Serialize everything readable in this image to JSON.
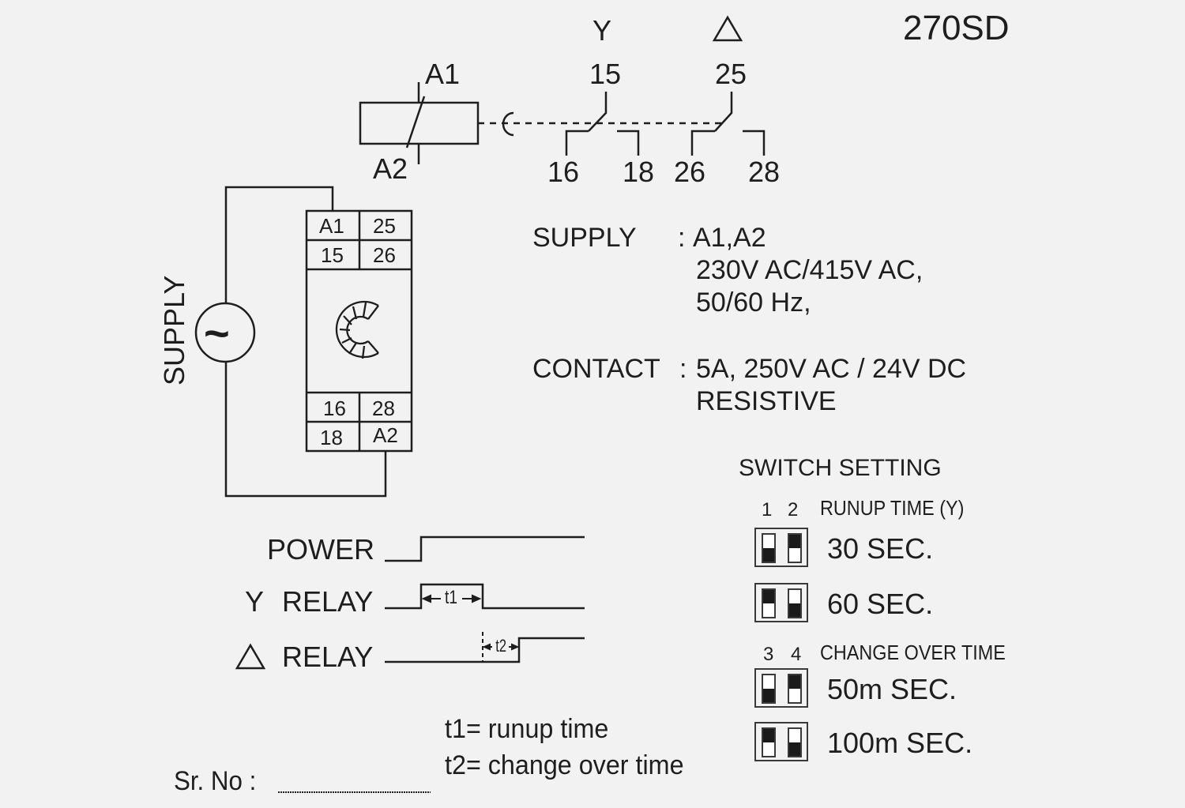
{
  "model": "270SD",
  "schematic": {
    "coil_terminals": {
      "top": "A1",
      "bottom": "A2"
    },
    "contact_groups": [
      {
        "symbol": "Y",
        "common": "15",
        "nc": "16",
        "no": "18"
      },
      {
        "symbol": "△",
        "common": "25",
        "nc": "26",
        "no": "28"
      }
    ]
  },
  "wiring": {
    "supply_label": "SUPPLY",
    "source_symbol": "~",
    "terminal_block_top": [
      [
        "A1",
        "25"
      ],
      [
        "15",
        "26"
      ]
    ],
    "terminal_block_bottom": [
      [
        "16",
        "28"
      ],
      [
        "18",
        "A2"
      ]
    ]
  },
  "specs": {
    "supply_label": "SUPPLY",
    "supply_sep": ":",
    "supply_lines": [
      "A1,A2",
      "230V AC/415V AC,",
      "50/60 Hz,"
    ],
    "contact_label": "CONTACT",
    "contact_sep": ":",
    "contact_lines": [
      "5A, 250V AC / 24V DC",
      "RESISTIVE"
    ]
  },
  "timing": {
    "rows": [
      {
        "prefix": "",
        "label": "POWER"
      },
      {
        "prefix": "Y",
        "label": "RELAY"
      },
      {
        "prefix": "△",
        "label": "RELAY"
      }
    ],
    "t1_label": "t1",
    "t2_label": "t2",
    "legend": [
      "t1= runup time",
      "t2= change over time"
    ]
  },
  "switch_setting": {
    "title": "SWITCH SETTING",
    "groups": [
      {
        "switch_numbers": [
          "1",
          "2"
        ],
        "heading": "RUNUP TIME (Y)",
        "options": [
          {
            "label": "30 SEC.",
            "switches": [
              "down",
              "up"
            ]
          },
          {
            "label": "60 SEC.",
            "switches": [
              "up",
              "down"
            ]
          }
        ]
      },
      {
        "switch_numbers": [
          "3",
          "4"
        ],
        "heading": "CHANGE OVER TIME",
        "options": [
          {
            "label": "50m SEC.",
            "switches": [
              "down",
              "up"
            ]
          },
          {
            "label": "100m SEC.",
            "switches": [
              "up",
              "down"
            ]
          }
        ]
      }
    ]
  },
  "serial": {
    "label": "Sr. No :",
    "value": ""
  }
}
